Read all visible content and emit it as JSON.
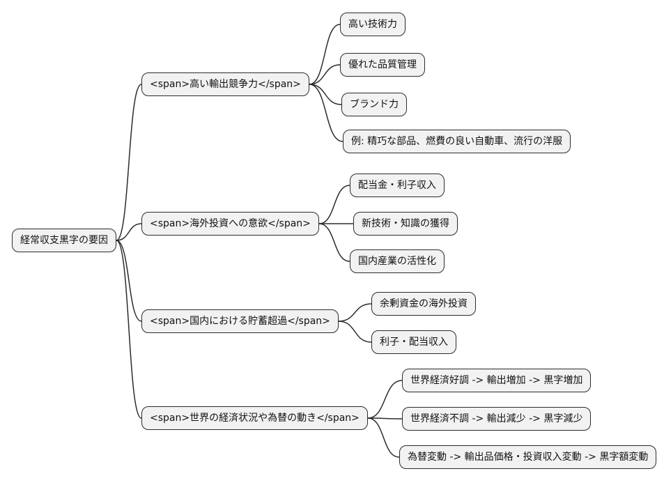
{
  "mindmap": {
    "root": "経常収支黒字の要因",
    "branches": [
      {
        "label": "<span>高い輸出競争力</span>",
        "children": [
          "高い技術力",
          "優れた品質管理",
          "ブランド力",
          "例: 精巧な部品、燃費の良い自動車、流行の洋服"
        ]
      },
      {
        "label": "<span>海外投資への意欲</span>",
        "children": [
          "配当金・利子収入",
          "新技術・知識の獲得",
          "国内産業の活性化"
        ]
      },
      {
        "label": "<span>国内における貯蓄超過</span>",
        "children": [
          "余剰資金の海外投資",
          "利子・配当収入"
        ]
      },
      {
        "label": "<span>世界の経済状況や為替の動き</span>",
        "children": [
          "世界経済好調 -> 輸出増加 -> 黒字増加",
          "世界経済不調 -> 輸出減少 -> 黒字減少",
          "為替変動 -> 輸出品価格・投資収入変動 -> 黒字額変動"
        ]
      }
    ],
    "colors": {
      "background": "#ffffff",
      "node_fill": "#f2f2f2",
      "node_border": "#2b2b2b",
      "edge": "#2b2b2b"
    }
  }
}
